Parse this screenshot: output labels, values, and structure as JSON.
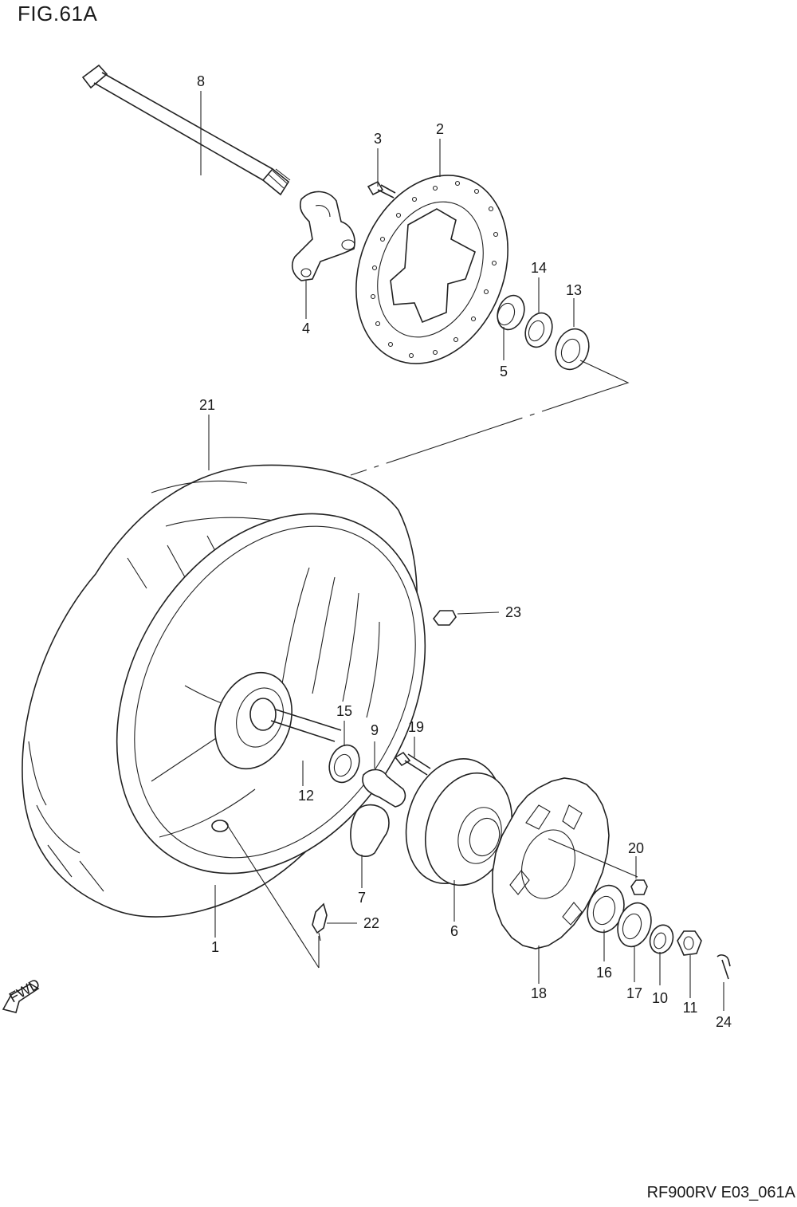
{
  "figure": {
    "title": "FIG.61A",
    "code": "RF900RV E03_061A",
    "fwd_label": "FWD"
  },
  "callouts": [
    "1",
    "2",
    "3",
    "4",
    "5",
    "6",
    "7",
    "8",
    "9",
    "10",
    "11",
    "12",
    "13",
    "14",
    "15",
    "16",
    "17",
    "18",
    "19",
    "20",
    "21",
    "22",
    "23",
    "24"
  ]
}
